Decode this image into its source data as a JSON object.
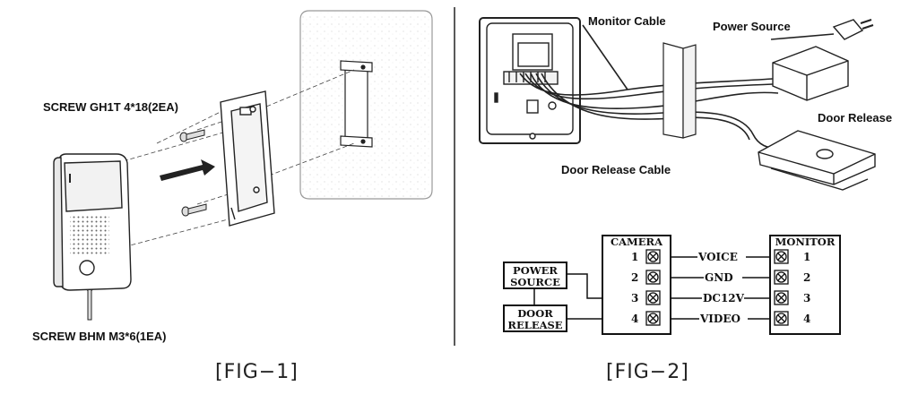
{
  "fig1": {
    "screw_top_label": "SCREW GH1T 4*18(2EA)",
    "screw_bottom_label": "SCREW BHM M3*6(1EA)",
    "caption": "[FIG−1]"
  },
  "fig2": {
    "labels": {
      "monitor_cable": "Monitor Cable",
      "power_source": "Power Source",
      "door_release": "Door Release",
      "door_release_cable": "Door Release Cable"
    },
    "wiring": {
      "camera_title": "CAMERA",
      "monitor_title": "MONITOR",
      "terminals": [
        {
          "num": "1",
          "signal": "VOICE",
          "mon_num": "1"
        },
        {
          "num": "2",
          "signal": "GND",
          "mon_num": "2"
        },
        {
          "num": "3",
          "signal": "DC12V",
          "mon_num": "3"
        },
        {
          "num": "4",
          "signal": "VIDEO",
          "mon_num": "4"
        }
      ],
      "power_box_line1": "POWER",
      "power_box_line2": "SOURCE",
      "door_box_line1": "DOOR",
      "door_box_line2": "RELEASE"
    },
    "caption": "[FIG−2]"
  }
}
